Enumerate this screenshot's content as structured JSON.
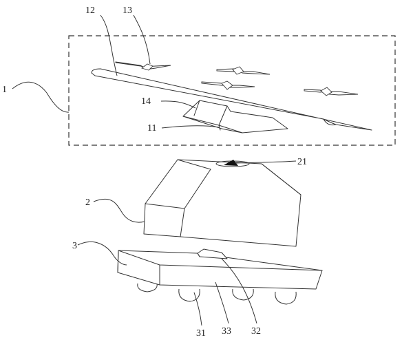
{
  "labels": {
    "l1": "1",
    "l11": "11",
    "l12": "12",
    "l13": "13",
    "l14": "14",
    "l2": "2",
    "l21": "21",
    "l3": "3",
    "l31": "31",
    "l32": "32",
    "l33": "33"
  }
}
